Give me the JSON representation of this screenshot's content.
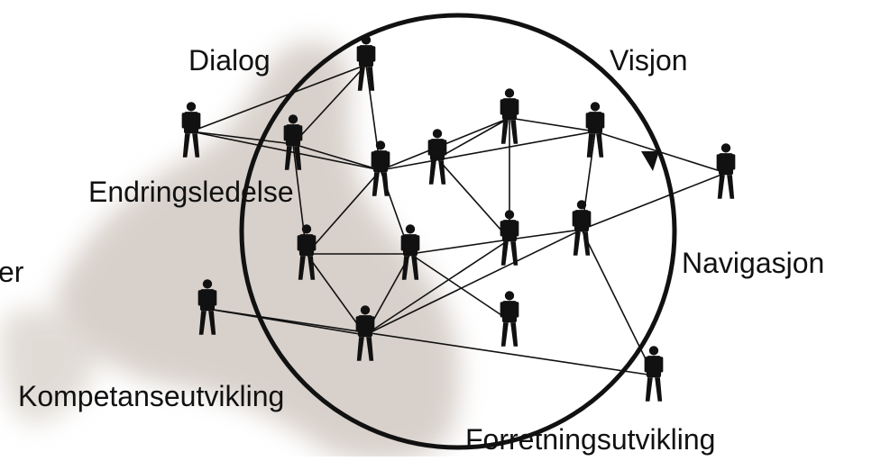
{
  "labels": {
    "dialog": "Dialog",
    "visjon": "Visjon",
    "endringsledelse": "Endringsledelse",
    "navigasjon": "Navigasjon",
    "kompetanseutvikling": "Kompetanseutvikling",
    "forretningsutvikling": "Forretningsutvikling",
    "partial_left": "er"
  },
  "colors": {
    "ink": "#111111",
    "background_figure": "#b9aca1",
    "background": "#ffffff"
  },
  "icons": {
    "person": "person-silhouette-icon",
    "cycle_arrow": "clockwise-arrow-icon"
  }
}
